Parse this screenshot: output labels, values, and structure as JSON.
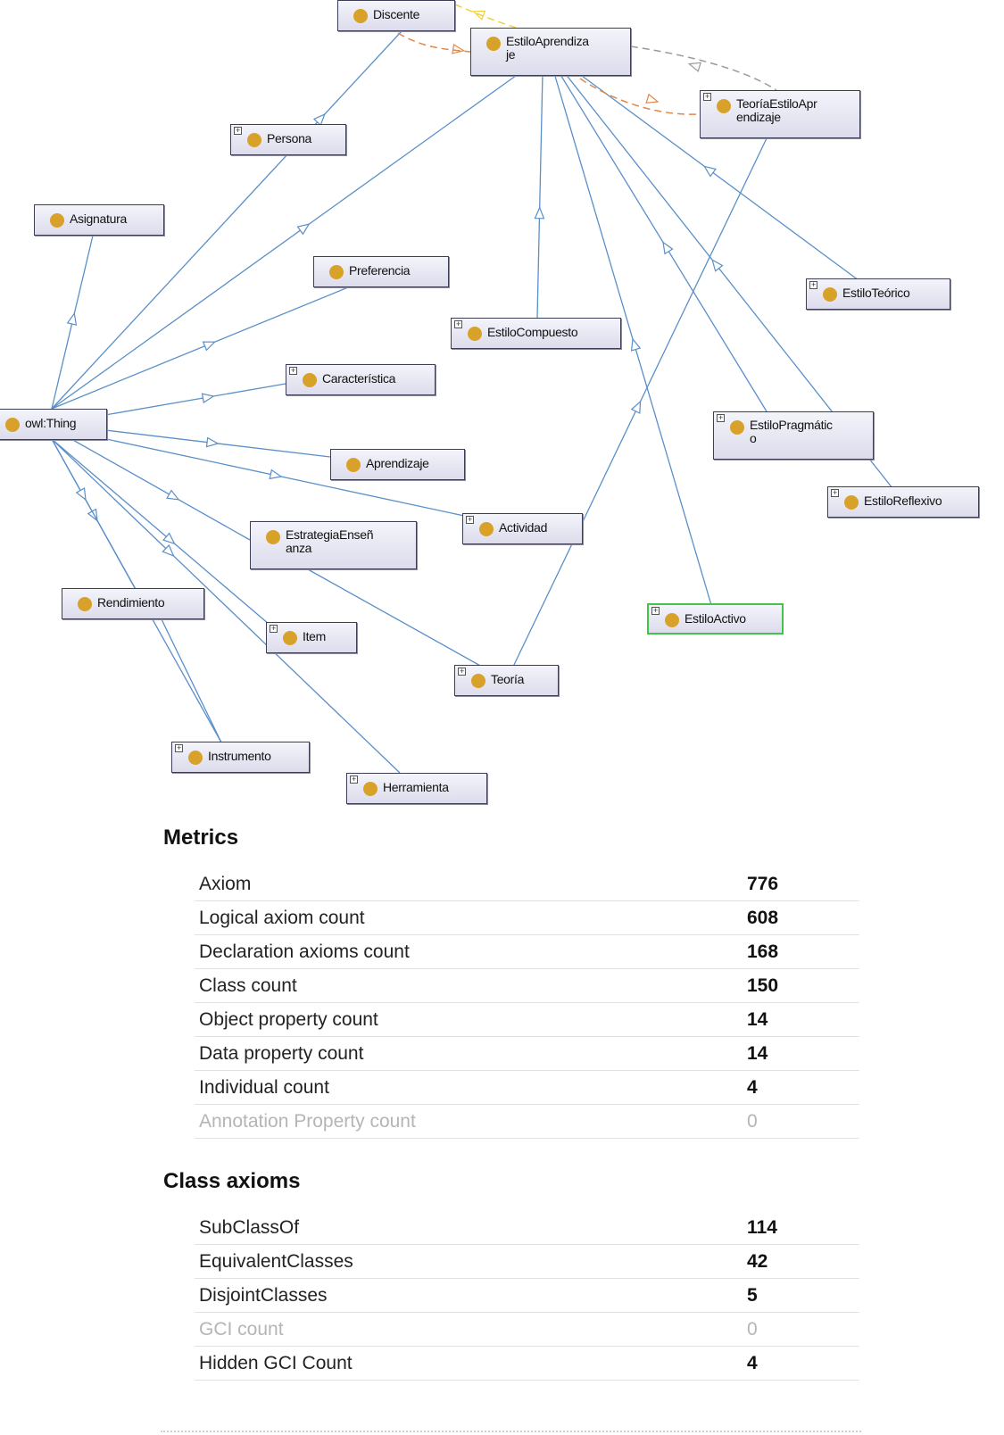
{
  "graph": {
    "nodes": [
      {
        "id": "discente",
        "label": "Discente",
        "plus": false
      },
      {
        "id": "estiloaprendizaje",
        "label": "EstiloAprendiza\nje",
        "plus": false
      },
      {
        "id": "teoriaestilo",
        "label": "TeoríaEstiloApr\nendizaje",
        "plus": true
      },
      {
        "id": "persona",
        "label": "Persona",
        "plus": true
      },
      {
        "id": "asignatura",
        "label": "Asignatura",
        "plus": false
      },
      {
        "id": "preferencia",
        "label": "Preferencia",
        "plus": false
      },
      {
        "id": "estiloteorico",
        "label": "EstiloTeórico",
        "plus": true
      },
      {
        "id": "estilocompuesto",
        "label": "EstiloCompuesto",
        "plus": true
      },
      {
        "id": "caracteristica",
        "label": "Característica",
        "plus": true
      },
      {
        "id": "owlthing",
        "label": "owl:Thing",
        "plus": false
      },
      {
        "id": "estilopragmatico",
        "label": "EstiloPragmátic\no",
        "plus": true
      },
      {
        "id": "aprendizaje",
        "label": "Aprendizaje",
        "plus": false
      },
      {
        "id": "estiloreflexivo",
        "label": "EstiloReflexivo",
        "plus": true
      },
      {
        "id": "actividad",
        "label": "Actividad",
        "plus": true
      },
      {
        "id": "estrategia",
        "label": "EstrategiaEnseñ\nanza",
        "plus": false
      },
      {
        "id": "rendimiento",
        "label": "Rendimiento",
        "plus": false
      },
      {
        "id": "estiloactivo",
        "label": "EstiloActivo",
        "plus": true
      },
      {
        "id": "item",
        "label": "Item",
        "plus": true
      },
      {
        "id": "teoria",
        "label": "Teoría",
        "plus": true
      },
      {
        "id": "instrumento",
        "label": "Instrumento",
        "plus": true
      },
      {
        "id": "herramienta",
        "label": "Herramienta",
        "plus": true
      }
    ],
    "selected_node": "estiloactivo",
    "colors": {
      "subclass_edge": "#5a8fc8",
      "property_edge_orange": "#e0874a",
      "property_edge_yellow": "#f0d040",
      "property_edge_gray": "#9a9a9a",
      "node_dot": "#d8a12a",
      "selected_border": "#45c24a"
    }
  },
  "metrics": {
    "title": "Metrics",
    "rows": [
      {
        "label": "Axiom",
        "value": "776",
        "dim": false
      },
      {
        "label": "Logical axiom count",
        "value": "608",
        "dim": false
      },
      {
        "label": "Declaration axioms count",
        "value": "168",
        "dim": false
      },
      {
        "label": "Class count",
        "value": "150",
        "dim": false
      },
      {
        "label": "Object property count",
        "value": "14",
        "dim": false
      },
      {
        "label": "Data property count",
        "value": "14",
        "dim": false
      },
      {
        "label": "Individual count",
        "value": "4",
        "dim": false
      },
      {
        "label": "Annotation Property count",
        "value": "0",
        "dim": true
      }
    ]
  },
  "class_axioms": {
    "title": "Class axioms",
    "rows": [
      {
        "label": "SubClassOf",
        "value": "114",
        "dim": false
      },
      {
        "label": "EquivalentClasses",
        "value": "42",
        "dim": false
      },
      {
        "label": "DisjointClasses",
        "value": "5",
        "dim": false
      },
      {
        "label": "GCI count",
        "value": "0",
        "dim": true
      },
      {
        "label": "Hidden GCI Count",
        "value": "4",
        "dim": false
      }
    ]
  }
}
